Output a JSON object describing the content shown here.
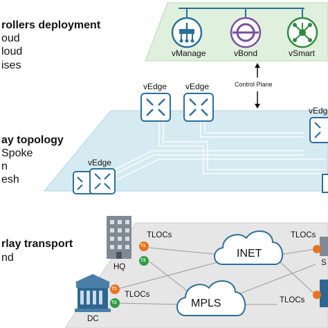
{
  "sections": {
    "controllers": {
      "title": "rollers deployment",
      "items": [
        "oud",
        "loud",
        "ises"
      ]
    },
    "overlay": {
      "title": "ay topology",
      "items": [
        "Spoke",
        "n",
        "esh"
      ]
    },
    "transport": {
      "title": "rlay transport",
      "items": [
        "nd"
      ]
    }
  },
  "controllers": {
    "vmanage": "vManage",
    "vbond": "vBond",
    "vsmart": "vSmart"
  },
  "control_plane": "Control Plane",
  "vedges": [
    "vEdge",
    "vEdge",
    "vEdge",
    "vEdge"
  ],
  "sites": {
    "hq": "HQ",
    "dc": "DC",
    "s_partial": "S"
  },
  "clouds": {
    "inet": "INET",
    "mpls": "MPLS"
  },
  "tlocs": [
    "TLOCs",
    "TLOCs",
    "TLOCs",
    "TLOCs"
  ],
  "tloc_badges": [
    "T1",
    "T2"
  ],
  "colors": {
    "controller_plane": "#dff0dc",
    "overlay_plane": "#d6eaf1",
    "transport_plane": "#e6e6e6",
    "device_blue": "#2a6f9a",
    "vbond_purple": "#7a4fa0",
    "vsmart_green": "#2e8b3e",
    "t1_orange": "#e8731f",
    "t2_green": "#2f9e44"
  }
}
